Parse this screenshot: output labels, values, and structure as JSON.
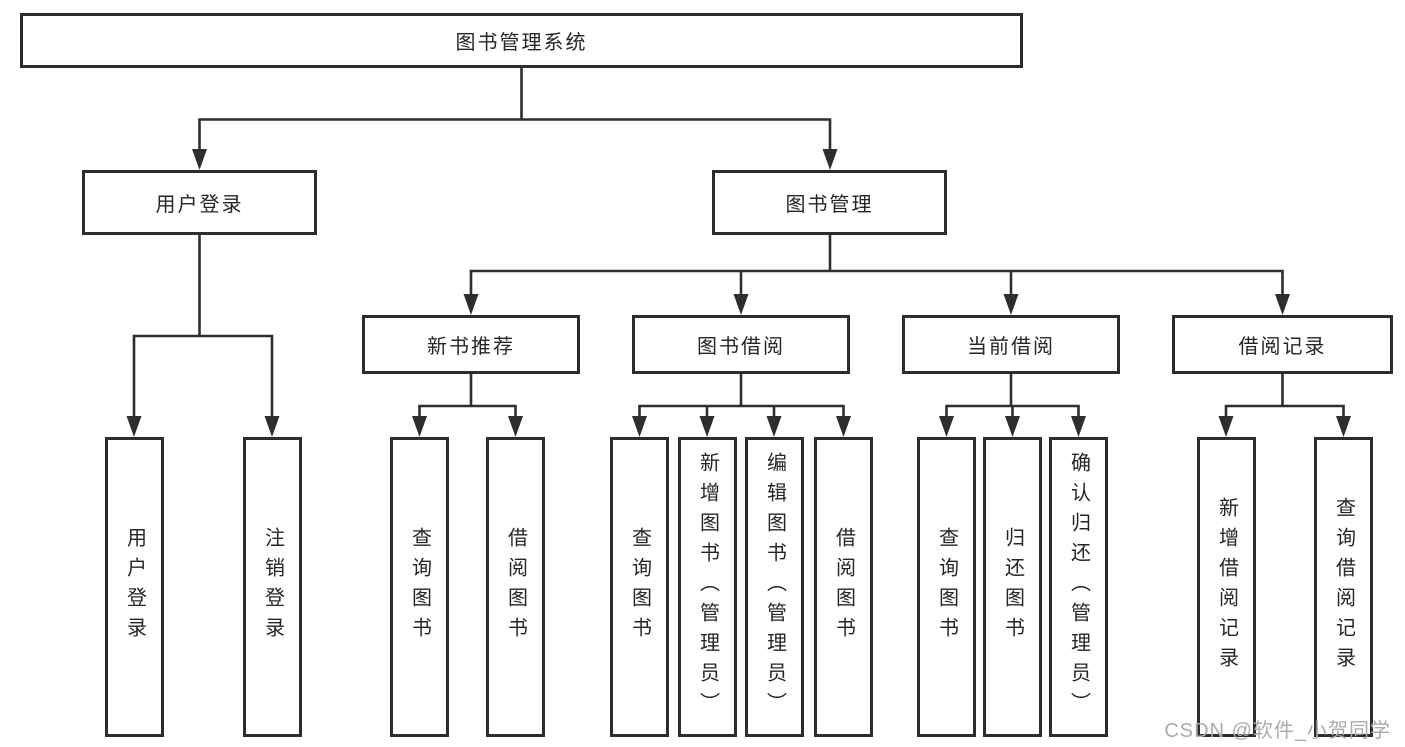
{
  "diagram": {
    "root": "图书管理系统",
    "level1": [
      "用户登录",
      "图书管理"
    ],
    "level2": [
      "新书推荐",
      "图书借阅",
      "当前借阅",
      "借阅记录"
    ],
    "leaves": {
      "user_login": [
        "用户登录",
        "注销登录"
      ],
      "new_books": [
        "查询图书",
        "借阅图书"
      ],
      "book_borrowing": [
        "查询图书",
        "新增图书（管理员）",
        "编辑图书（管理员）",
        "借阅图书"
      ],
      "current_borrowing": [
        "查询图书",
        "归还图书",
        "确认归还（管理员）"
      ],
      "borrowing_records": [
        "新增借阅记录",
        "查询借阅记录"
      ]
    },
    "watermark": "CSDN @软件_小贺同学",
    "colors": {
      "line": "#2e2e2e",
      "box_border": "#2d2d2d",
      "text": "#262626",
      "watermark": "#ababab",
      "background": "#ffffff"
    }
  }
}
